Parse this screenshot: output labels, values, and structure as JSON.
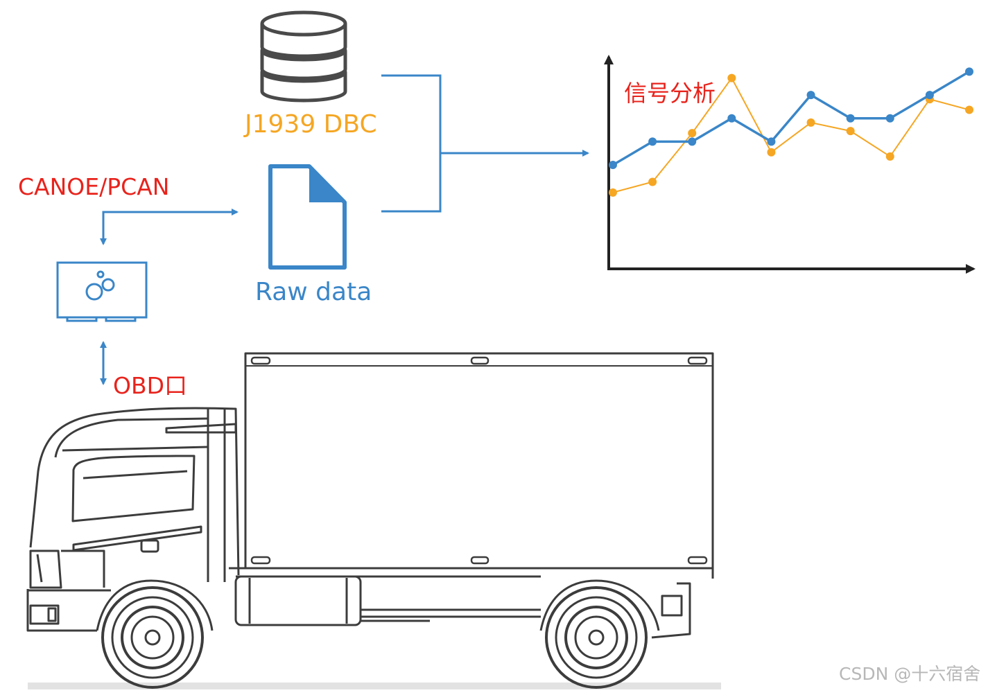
{
  "labels": {
    "can_tool": "CANOE/PCAN",
    "obd_port": "OBD口",
    "dbc": "J1939 DBC",
    "raw_data": "Raw data",
    "signal_analysis": "信号分析",
    "watermark": "CSDN @十六宿舍"
  },
  "colors": {
    "blue": "#3a86c8",
    "orange": "#f5a623",
    "red_text": "#e8231c",
    "dark_stroke": "#4a4a4a"
  },
  "chart_data": {
    "type": "line",
    "title": "信号分析",
    "xlabel": "",
    "ylabel": "",
    "x": [
      1,
      2,
      3,
      4,
      5,
      6,
      7,
      8,
      9,
      10
    ],
    "ylim": [
      0,
      10
    ],
    "grid": false,
    "series": [
      {
        "color": "#3a86c8",
        "values": [
          4.9,
          6.0,
          6.0,
          7.1,
          6.0,
          8.2,
          7.1,
          7.1,
          8.2,
          9.3
        ]
      },
      {
        "color": "#f5a623",
        "values": [
          3.6,
          4.1,
          6.4,
          9.0,
          5.5,
          6.9,
          6.5,
          5.3,
          8.0,
          7.5
        ]
      }
    ]
  }
}
